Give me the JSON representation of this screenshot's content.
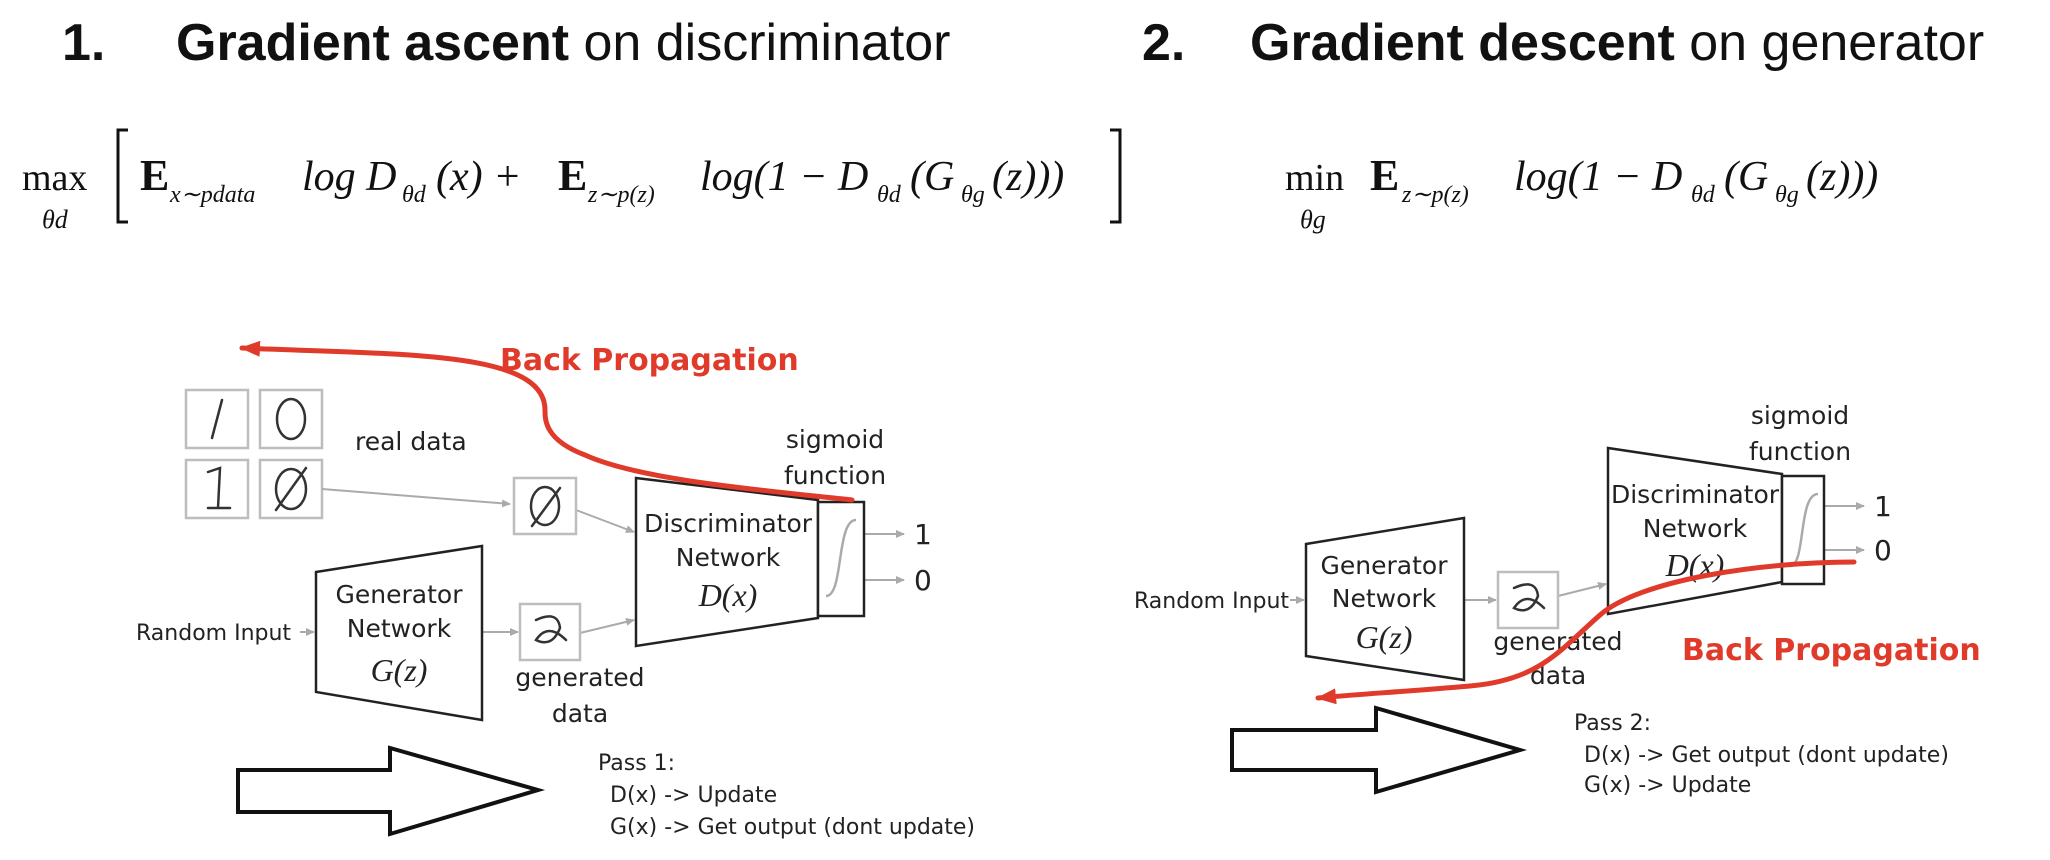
{
  "step1": {
    "num": "1.",
    "bold": "Gradient ascent",
    "rest": " on discriminator"
  },
  "step2": {
    "num": "2.",
    "bold": "Gradient descent",
    "rest": " on generator"
  },
  "eq1": {
    "op": "max",
    "op_sub": "θd",
    "E1": "E",
    "E1_sub": "x∼pdata",
    "t1": "log D",
    "t1_sub": "θd",
    "t1_arg": "(x) +",
    "E2": "E",
    "E2_sub": "z∼p(z)",
    "t2": "log(1 − D",
    "t2_sub": "θd",
    "t2_mid": "(G",
    "t2_sub2": "θg",
    "t2_end": "(z)))"
  },
  "eq2": {
    "op": "min",
    "op_sub": "θg",
    "E": "E",
    "E_sub": "z∼p(z)",
    "t": "log(1 − D",
    "t_sub": "θd",
    "t_mid": "(G",
    "t_sub2": "θg",
    "t_end": "(z)))"
  },
  "left": {
    "back_propagation": "Back Propagation",
    "real_data": "real data",
    "sigmoid_line1": "sigmoid",
    "sigmoid_line2": "function",
    "disc_line1": "Discriminator",
    "disc_line2": "Network",
    "disc_math": "D(x)",
    "gen_line1": "Generator",
    "gen_line2": "Network",
    "gen_math": "G(z)",
    "random_input": "Random Input",
    "generated_line1": "generated",
    "generated_line2": "data",
    "out1": "1",
    "out0": "0",
    "pass_title": "Pass 1:",
    "pass_line1": "D(x) -> Update",
    "pass_line2": "G(x) -> Get output (dont update)"
  },
  "right": {
    "back_propagation": "Back Propagation",
    "sigmoid_line1": "sigmoid",
    "sigmoid_line2": "function",
    "disc_line1": "Discriminator",
    "disc_line2": "Network",
    "disc_math": "D(x)",
    "gen_line1": "Generator",
    "gen_line2": "Network",
    "gen_math": "G(z)",
    "random_input": "Random Input",
    "generated_line1": "generated",
    "generated_line2": "data",
    "out1": "1",
    "out0": "0",
    "pass_title": "Pass  2:",
    "pass_line1": "D(x) -> Get output (dont update)",
    "pass_line2": "G(x) ->  Update"
  },
  "colors": {
    "accent_red": "#e03a2a",
    "connector_gray": "#aaaaaa",
    "ink": "#111111"
  }
}
